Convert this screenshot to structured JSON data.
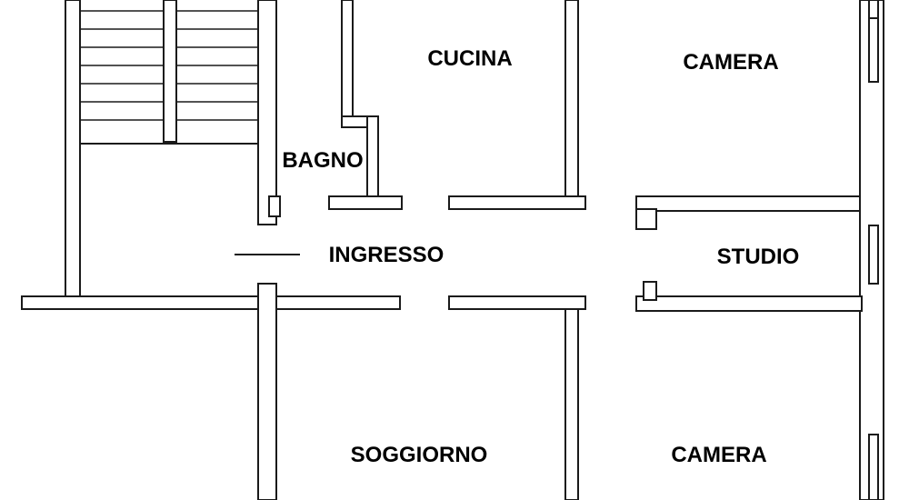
{
  "plan": {
    "rooms": {
      "cucina": "CUCINA",
      "camera_top": "CAMERA",
      "bagno": "BAGNO",
      "ingresso": "INGRESSO",
      "studio": "STUDIO",
      "soggiorno": "SOGGIORNO",
      "camera_bottom": "CAMERA"
    },
    "colors": {
      "ink": "#1a1a1a",
      "paper": "#ffffff"
    }
  }
}
